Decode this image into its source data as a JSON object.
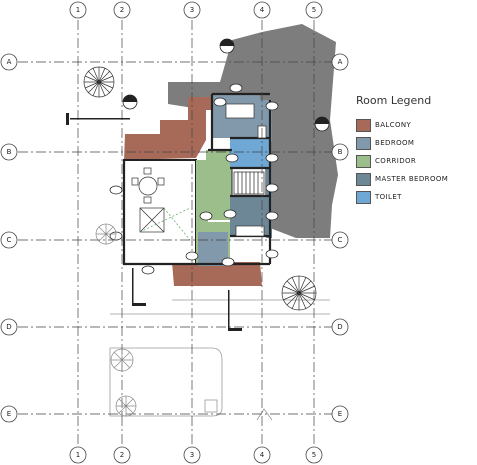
{
  "grid": {
    "columns": [
      "1",
      "2",
      "3",
      "4",
      "5"
    ],
    "rows": [
      "A",
      "B",
      "C",
      "D",
      "E"
    ]
  },
  "legend": {
    "title": "Room Legend",
    "items": [
      {
        "label": "BALCONY",
        "color": "#a86a58"
      },
      {
        "label": "BEDROOM",
        "color": "#8299ab"
      },
      {
        "label": "CORRIDOR",
        "color": "#9bbe8a"
      },
      {
        "label": "MASTER BEDROOM",
        "color": "#6e8797"
      },
      {
        "label": "TOILET",
        "color": "#6fa8d4"
      }
    ]
  },
  "colors": {
    "grid_line": "#444444",
    "shadow": "#7d7d7d",
    "wall": "#222222"
  }
}
